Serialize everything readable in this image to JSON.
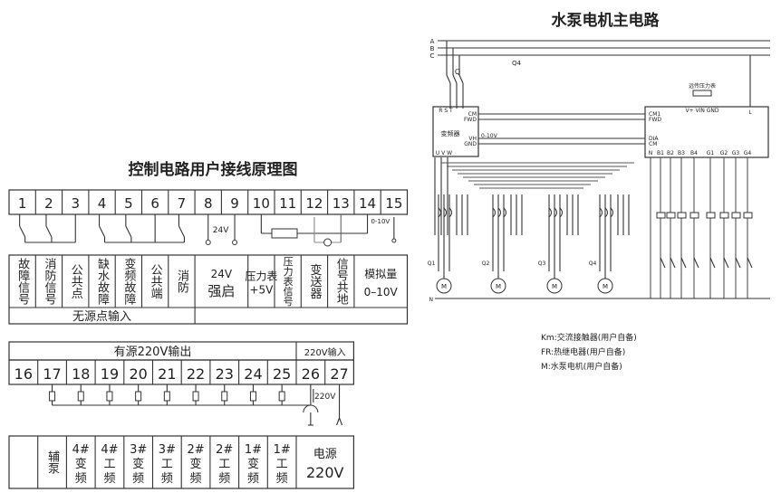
{
  "control": {
    "title": "控制电路用户接线原理图",
    "terminals": [
      "1",
      "2",
      "3",
      "4",
      "5",
      "6",
      "7",
      "8",
      "9",
      "10",
      "11",
      "12",
      "13",
      "14",
      "15"
    ],
    "labels": [
      {
        "span": 1,
        "text": "故障信号"
      },
      {
        "span": 1,
        "text": "消防信号"
      },
      {
        "span": 1,
        "text": "公共点"
      },
      {
        "span": 1,
        "text": "缺水故障"
      },
      {
        "span": 1,
        "text": "变频故障"
      },
      {
        "span": 1,
        "text": "公共端"
      },
      {
        "span": 1,
        "text": "消防"
      },
      {
        "span": 2,
        "text": "24V\n强启"
      },
      {
        "span": 1,
        "text": "压力表\n+5V"
      },
      {
        "span": 1,
        "text": "压力表信号"
      },
      {
        "span": 1,
        "text": "变送器"
      },
      {
        "span": 1,
        "text": "信号共地"
      },
      {
        "span": 2,
        "text": "模拟量\n0–10V"
      }
    ],
    "passive_input": "无源点输入",
    "v24": "24V",
    "v010": "0-10V"
  },
  "output": {
    "header_out": "有源220V输出",
    "header_in": "220V输入",
    "terminals": [
      "16",
      "17",
      "18",
      "19",
      "20",
      "21",
      "22",
      "23",
      "24",
      "25",
      "26",
      "27"
    ],
    "v220": "220V",
    "labels": [
      {
        "span": 1,
        "text": ""
      },
      {
        "span": 1,
        "text": "辅泵"
      },
      {
        "span": 1,
        "text": "4#\n变\n频"
      },
      {
        "span": 1,
        "text": "4#\n工\n频"
      },
      {
        "span": 1,
        "text": "3#\n变\n频"
      },
      {
        "span": 1,
        "text": "3#\n工\n频"
      },
      {
        "span": 1,
        "text": "2#\n变\n频"
      },
      {
        "span": 1,
        "text": "2#\n工\n频"
      },
      {
        "span": 1,
        "text": "1#\n变\n频"
      },
      {
        "span": 1,
        "text": "1#\n工\n频"
      },
      {
        "span": 2,
        "text": "电源\n220V"
      }
    ]
  },
  "main": {
    "title": "水泵电机主电路",
    "phases": [
      "A",
      "B",
      "C"
    ],
    "q": "Q",
    "q4": "Q4",
    "inverter": "变频器",
    "rst": "R S T",
    "uvw": "U V W",
    "inv_pins": [
      "CM",
      "FWD",
      "VH",
      "GND"
    ],
    "v010": "0-10V",
    "gauge": "远传压力表",
    "gauge_pins": "V+ VIN GND",
    "l": "L",
    "ctrl_pins": [
      "CM1",
      "FWD",
      "DIA",
      "CM"
    ],
    "bottom_pins": [
      "N",
      "B1",
      "B2",
      "B3",
      "B4",
      "G1",
      "G2",
      "G3",
      "G4"
    ],
    "motors": [
      "Q1",
      "Q2",
      "Q3",
      "Q4"
    ],
    "motor": "M",
    "n": "N"
  },
  "legend": [
    "Km:交流接触器(用户自备)",
    "FR:热继电器(用户自备)",
    "M:水泵电机(用户自备)"
  ]
}
